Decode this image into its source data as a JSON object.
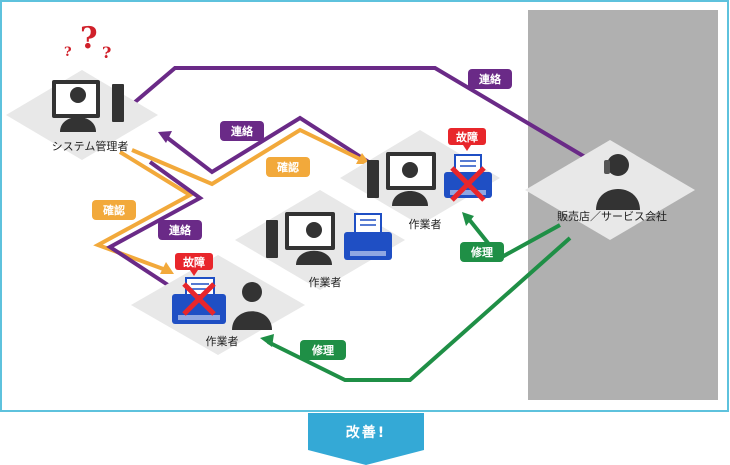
{
  "colors": {
    "frame": "#5ec2dd",
    "service_area": "#b0b0b0",
    "renraku": "#6a2a87",
    "kakunin": "#f2a93b",
    "shuri": "#1f8f46",
    "koshou": "#e8262b",
    "printer": "#1f4fc4"
  },
  "icons": {
    "question": "question-marks-icon",
    "computer": "computer-icon",
    "person": "person-silhouette-icon",
    "phone": "phone-icon",
    "printer": "printer-icon",
    "broken": "red-x-icon"
  },
  "nodes": {
    "admin": "システム管理者",
    "service": "販売店／サービス会社",
    "worker_a": "作業者",
    "worker_b": "作業者",
    "worker_c": "作業者"
  },
  "labels": {
    "renraku_1": "連絡",
    "renraku_2": "連絡",
    "renraku_3": "連絡",
    "kakunin_1": "確認",
    "kakunin_2": "確認",
    "shuri_1": "修理",
    "shuri_2": "修理",
    "koshou_1": "故障",
    "koshou_2": "故障"
  },
  "question_marks": [
    "?",
    "?",
    "?"
  ],
  "banner": "改善!"
}
